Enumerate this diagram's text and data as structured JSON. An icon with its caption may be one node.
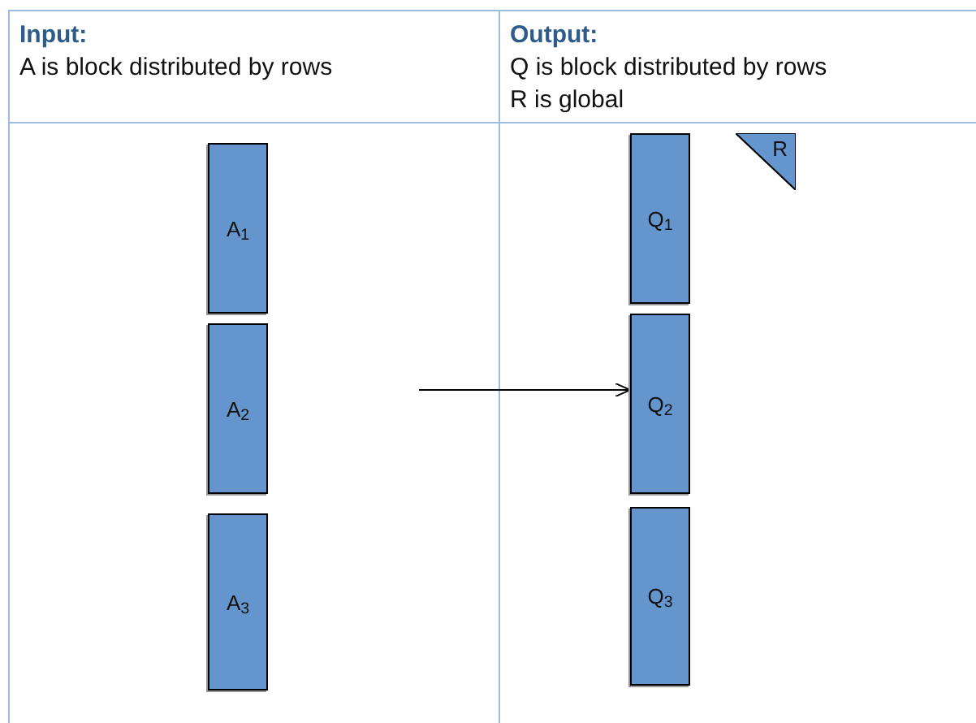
{
  "diagram": {
    "nodes": [
      {
        "text": [
          "A$_{1}$"
        ]
      },
      {
        "text": [
          "A$_{2}$"
        ]
      },
      {
        "text": [
          "A$_{3}$"
        ]
      },
      {
        "text": [
          "Q$_{1}$"
        ]
      },
      {
        "text": [
          "R"
        ]
      },
      {
        "text": [
          "Q$_{2}$"
        ]
      },
      {
        "text": [
          "Q$_{3}$"
        ]
      }
    ],
    "edges": [
      {
        "from": null,
        "to": 5,
        "arrow": "to"
      }
    ],
    "labels": [
      "Input:",
      "A is block distributed by rows",
      "Output:",
      "Q is block distributed by rows",
      "R is global"
    ]
  }
}
